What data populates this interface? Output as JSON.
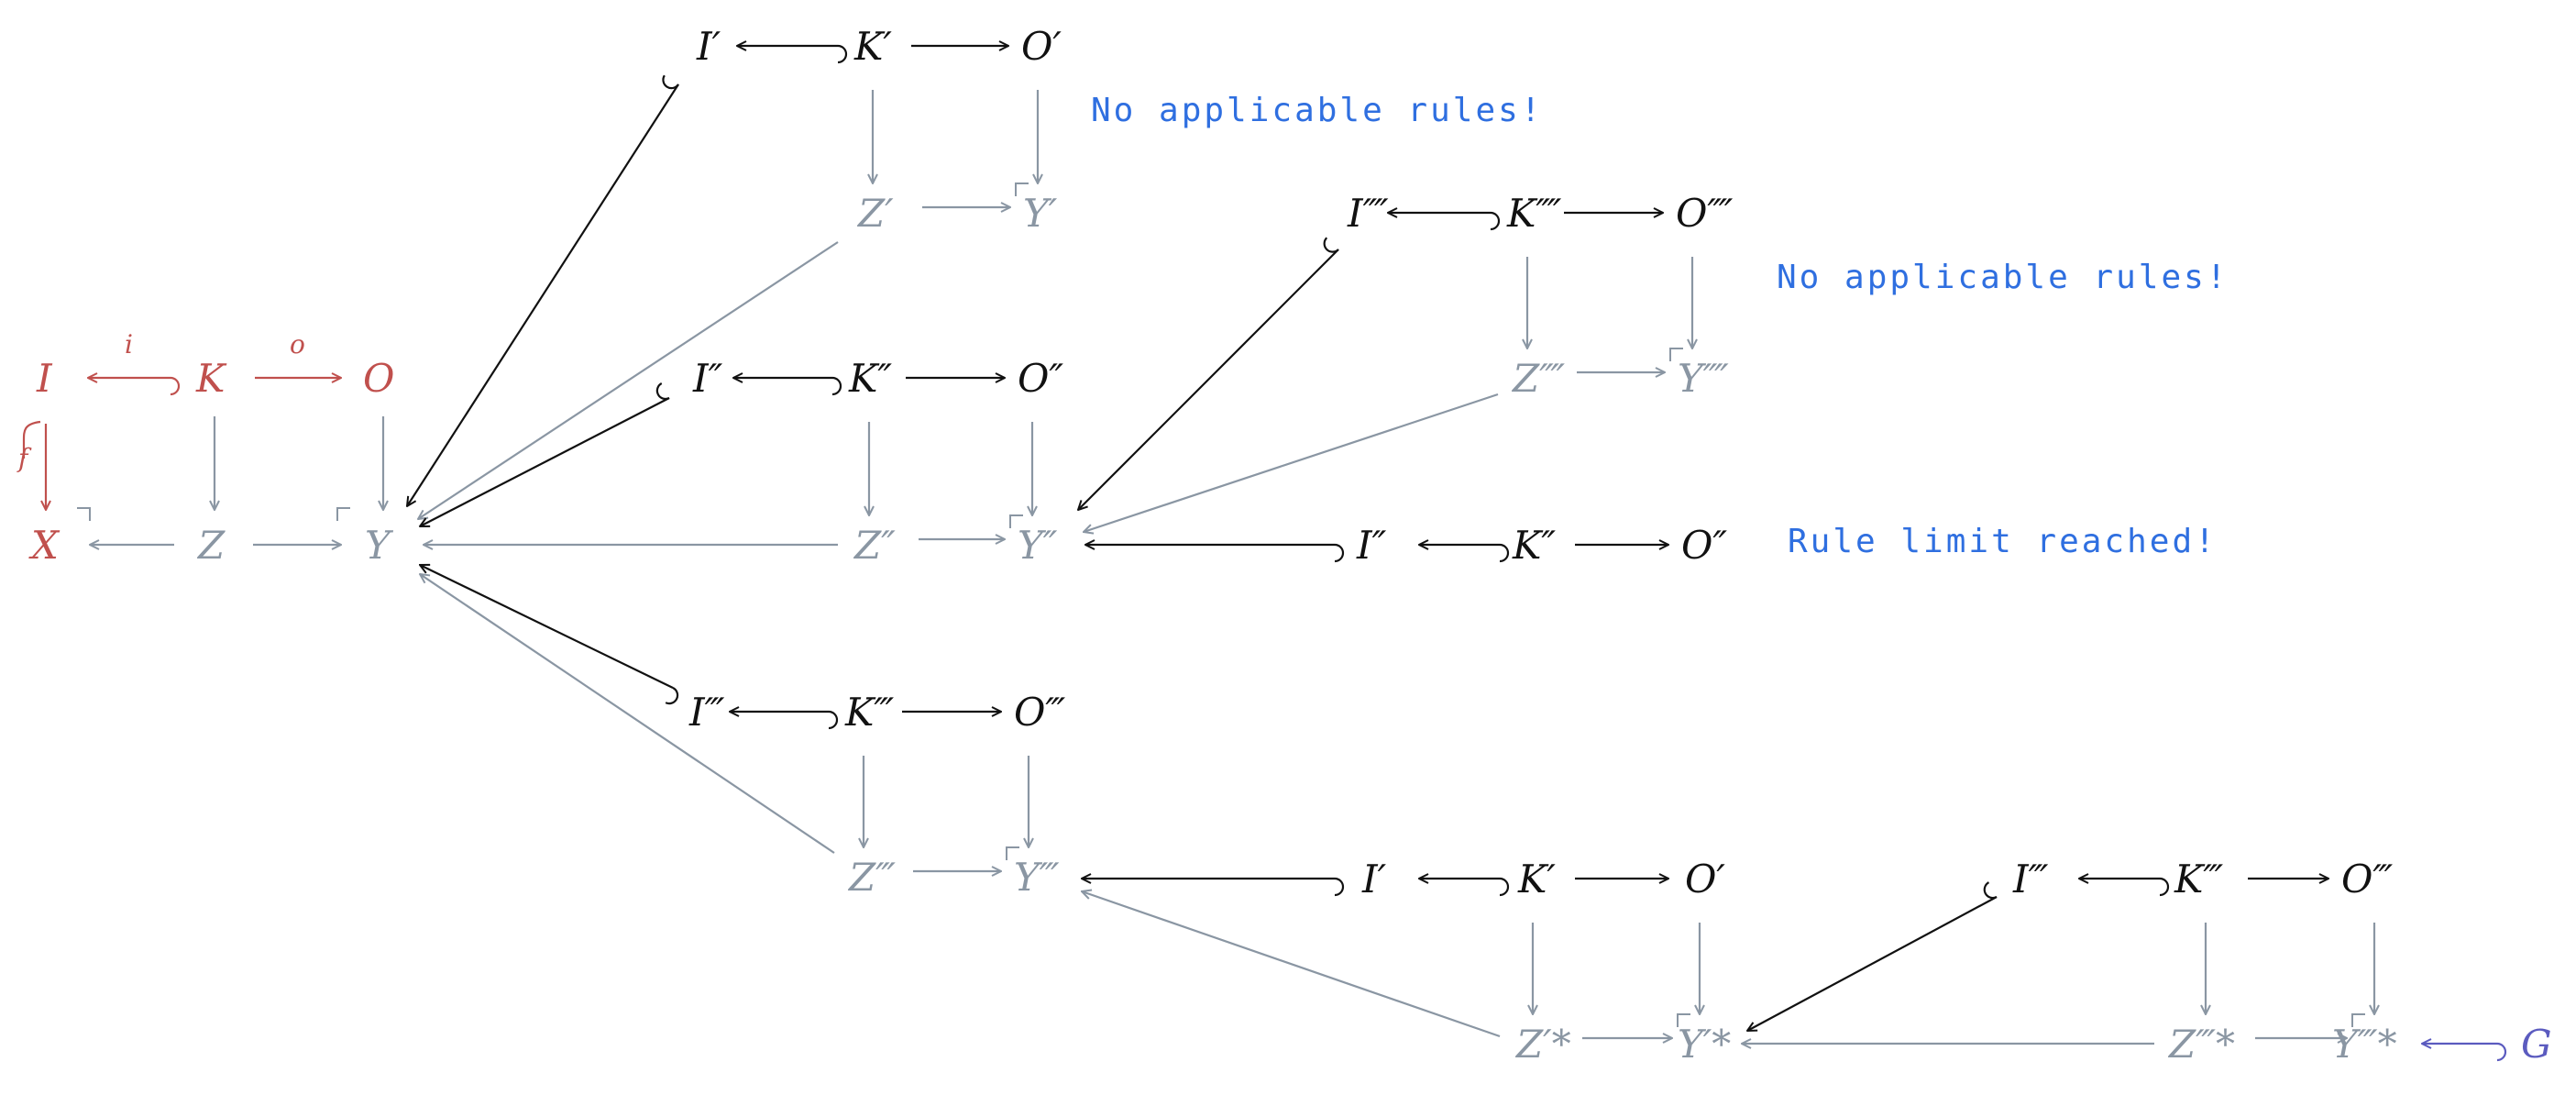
{
  "colors": {
    "black": "#111111",
    "gray": "#8a96a3",
    "red": "#c0504d",
    "blue": "#5b5bbf",
    "note": "#2f6fe0"
  },
  "nodes": {
    "I": "I",
    "K": "K",
    "O": "O",
    "X": "X",
    "Z": "Z",
    "Y": "Y",
    "I1": "I′",
    "K1": "K′",
    "O1": "O′",
    "Z1": "Z′",
    "Y1": "Y′",
    "I2": "I″",
    "K2": "K″",
    "O2": "O″",
    "Z2": "Z″",
    "Y2": "Y″",
    "I3": "I‴",
    "K3": "K‴",
    "O3": "O‴",
    "Z3": "Z‴",
    "Y3": "Y‴",
    "I4": "I⁗",
    "K4": "K⁗",
    "O4": "O⁗",
    "Z4": "Z⁗",
    "Y4": "Y⁗",
    "I2b": "I″",
    "K2b": "K″",
    "O2b": "O″",
    "I1b": "I′",
    "K1b": "K′",
    "O1b": "O′",
    "Z1s": "Z′*",
    "Y1s": "Y′*",
    "I3b": "I‴",
    "K3b": "K‴",
    "O3b": "O‴",
    "Z3s": "Z‴*",
    "Y3s": "Y‴*",
    "G": "G"
  },
  "edge_labels": {
    "i": "i",
    "o": "o",
    "f": "f"
  },
  "notes": {
    "no_rules_1": "No applicable rules!",
    "no_rules_2": "No applicable rules!",
    "rule_limit": "Rule limit reached!"
  }
}
